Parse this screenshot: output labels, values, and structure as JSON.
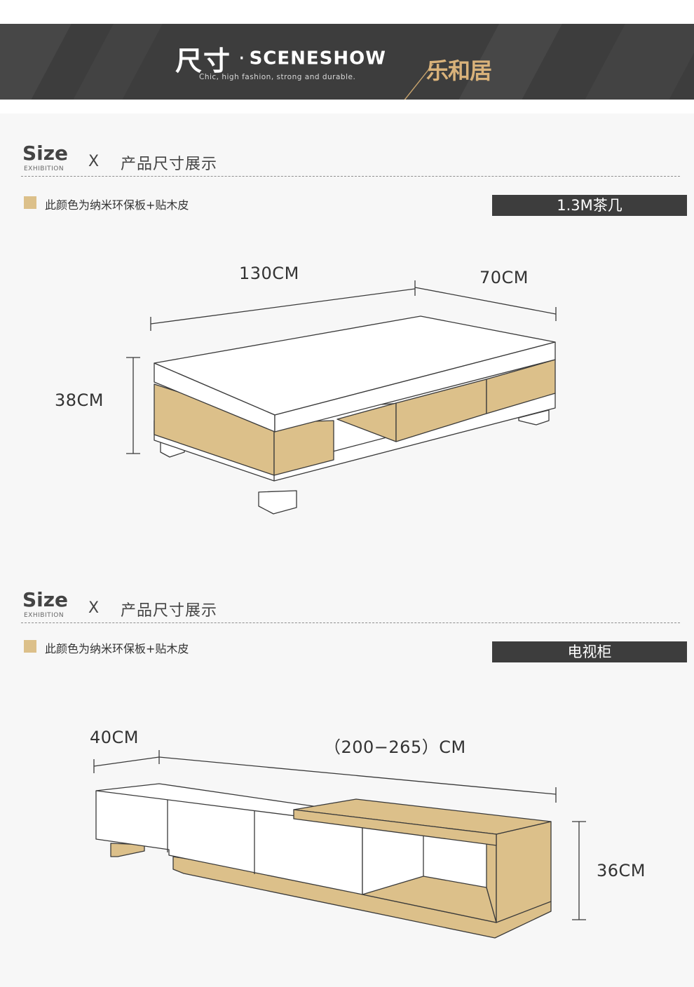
{
  "header": {
    "title_zh": "尺寸",
    "separator": "·",
    "title_en": "SCENESHOW",
    "subtitle": "Chic, high fashion, strong and durable.",
    "brand": "乐和居"
  },
  "colors": {
    "banner_bg": "#3d3d3d",
    "wood": "#dcc08a",
    "brand_gold": "#d9b27a",
    "outline": "#3a3a3a"
  },
  "sections": [
    {
      "size_label": "Size",
      "size_sub": "EXHIBITION",
      "x_mark": "X",
      "title": "产品尺寸展示",
      "legend": "此颜色为纳米环保板+贴木皮",
      "product": "1.3M茶几",
      "dims": {
        "length": "130CM",
        "depth": "70CM",
        "height": "38CM"
      }
    },
    {
      "size_label": "Size",
      "size_sub": "EXHIBITION",
      "x_mark": "X",
      "title": "产品尺寸展示",
      "legend": "此颜色为纳米环保板+贴木皮",
      "product": "电视柜",
      "dims": {
        "depth": "40CM",
        "length": "（200−265）CM",
        "height": "36CM"
      }
    }
  ]
}
